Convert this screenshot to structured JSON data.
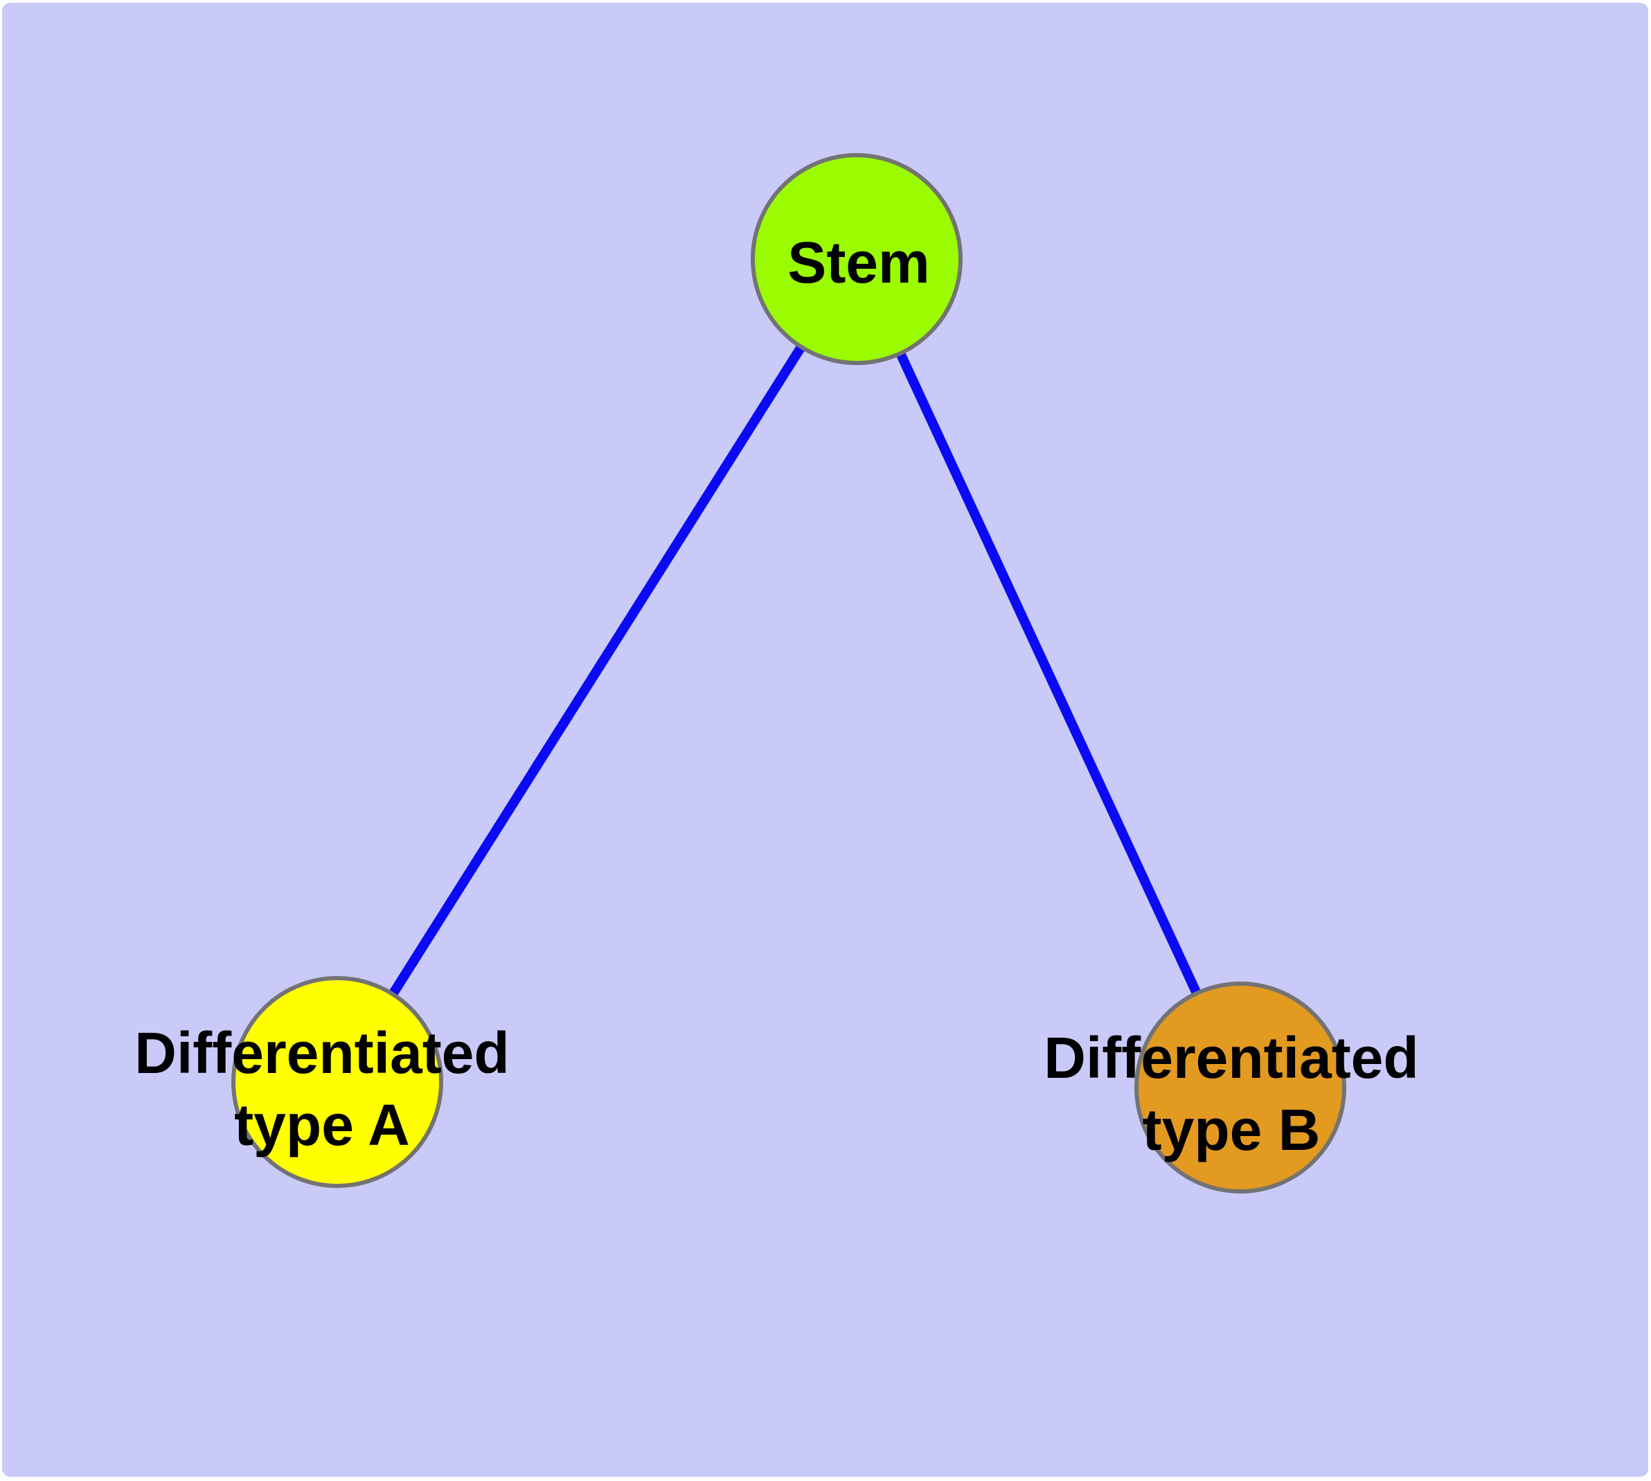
{
  "canvas": {
    "background_color": "#CACAF9",
    "page_border_color": "#FFFFFF"
  },
  "diagram": {
    "title": "",
    "text_color": "#000000",
    "edge_color": "#0A0AF5",
    "node_border_color": "#737373",
    "nodes": [
      {
        "id": "stem",
        "label": "Stem",
        "color": "#9BFB00"
      },
      {
        "id": "type-a",
        "label_line1": "Differentiated",
        "label_line2": "type A",
        "label": "Differentiated type A",
        "color": "#FFFF00"
      },
      {
        "id": "type-b",
        "label_line1": "Differentiated",
        "label_line2": "type B",
        "label": "Differentiated type B",
        "color": "#E29A20"
      }
    ],
    "edges": [
      {
        "from": "Stem",
        "to": "Differentiated type A"
      },
      {
        "from": "Stem",
        "to": "Differentiated type B"
      }
    ]
  }
}
